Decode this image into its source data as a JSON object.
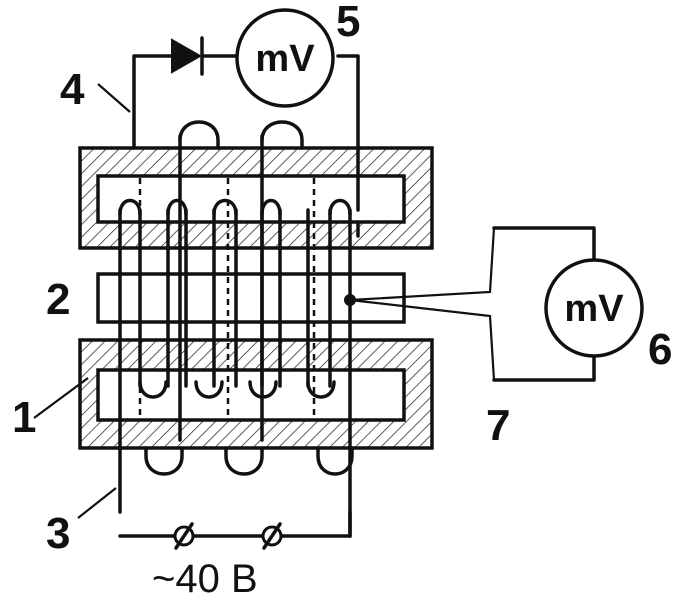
{
  "labels": {
    "n1": "1",
    "n2": "2",
    "n3": "3",
    "n4": "4",
    "n5": "5",
    "n6": "6",
    "n7": "7"
  },
  "meters": {
    "top": "mV",
    "right": "mV"
  },
  "supply": "~40 В",
  "colors": {
    "ink": "#111111",
    "background": "#ffffff"
  }
}
